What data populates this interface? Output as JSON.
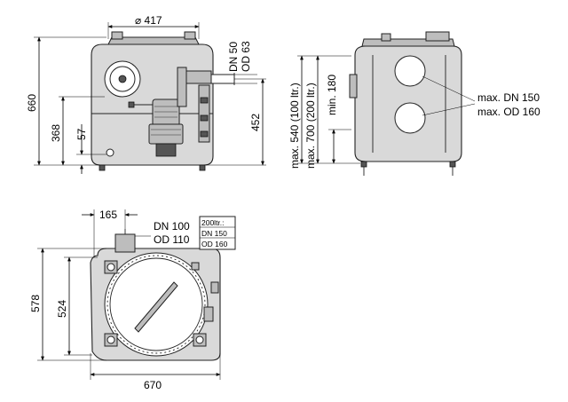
{
  "front_view": {
    "width_dim": "⌀ 417",
    "outlet_pipe_dn": "DN 50",
    "outlet_pipe_od": "OD 63",
    "height_total": "660",
    "height_inlet": "368",
    "height_bottom": "57",
    "height_outlet": "452"
  },
  "side_view": {
    "inlet_max_540": "max. 540 (100 ltr.)",
    "inlet_max_700": "max. 700 (200 ltr.)",
    "inlet_min": "min. 180",
    "inlet_max_dn": "max. DN 150",
    "inlet_max_od": "max. OD 160"
  },
  "top_view": {
    "offset_dim": "165",
    "vent_dn": "DN 100",
    "vent_od": "OD 110",
    "box_line1": "200ltr.:",
    "box_line2": "DN 150",
    "box_line3": "OD 160",
    "depth_total": "578",
    "depth_inner": "524",
    "width_total": "670"
  }
}
